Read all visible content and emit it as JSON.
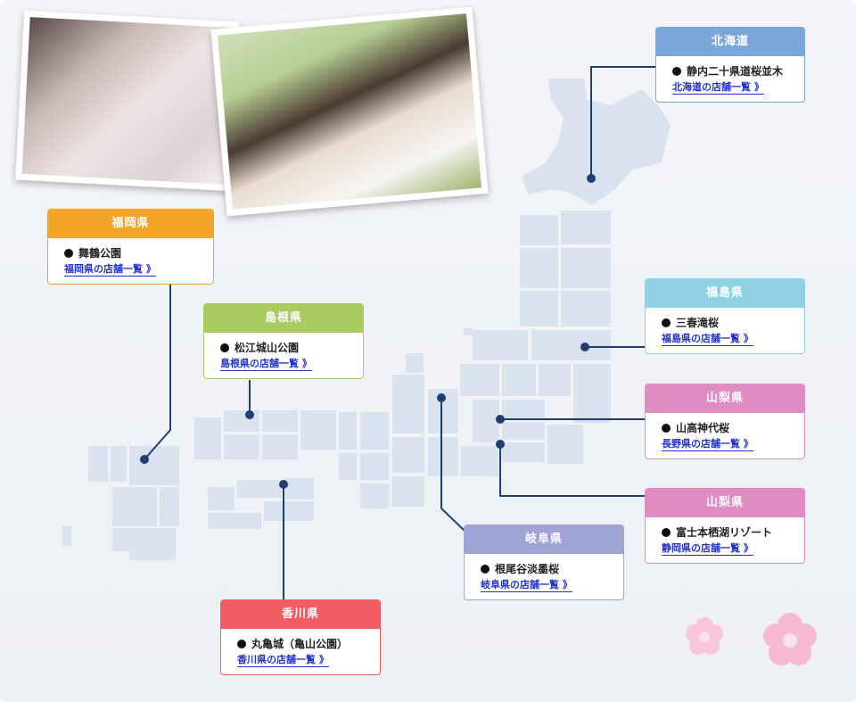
{
  "regions": [
    {
      "key": "hokkaido",
      "title": "北海道",
      "spot": "静内二十県道桜並木",
      "link": "北海道の店舗一覧 》",
      "color": "#7ba6d9"
    },
    {
      "key": "fukushima",
      "title": "福島県",
      "spot": "三春滝桜",
      "link": "福島県の店舗一覧 》",
      "color": "#8fd1e3"
    },
    {
      "key": "yamanashi1",
      "title": "山梨県",
      "spot": "山高神代桜",
      "link": "長野県の店舗一覧 》",
      "color": "#e08cc2"
    },
    {
      "key": "yamanashi2",
      "title": "山梨県",
      "spot": "富士本栖湖リゾート",
      "link": "静岡県の店舗一覧 》",
      "color": "#e08cc2"
    },
    {
      "key": "gifu",
      "title": "岐阜県",
      "spot": "根尾谷淡墨桜",
      "link": "岐阜県の店舗一覧 》",
      "color": "#9ea5d4"
    },
    {
      "key": "kagawa",
      "title": "香川県",
      "spot": "丸亀城（亀山公園）",
      "link": "香川県の店舗一覧 》",
      "color": "#f05c62"
    },
    {
      "key": "shimane",
      "title": "島根県",
      "spot": "松江城山公園",
      "link": "島根県の店舗一覧 》",
      "color": "#a8cc5f"
    },
    {
      "key": "fukuoka",
      "title": "福岡県",
      "spot": "舞鶴公園",
      "link": "福岡県の店舗一覧 》",
      "color": "#f3a52a"
    }
  ],
  "colors": {
    "map_fill": "#d8e3ef",
    "connector": "#1f3e72",
    "blossom": "#f7c6dc"
  },
  "photos": [
    "woman-portrait",
    "family-picnic"
  ]
}
